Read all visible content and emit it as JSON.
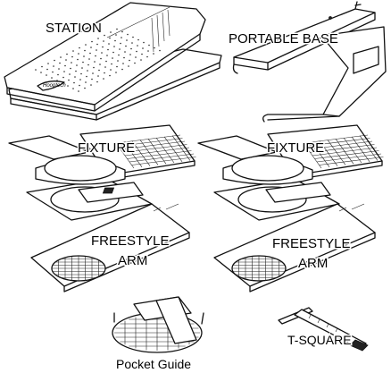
{
  "labels": {
    "station": "STATION",
    "portable_base": "PORTABLE BASE",
    "fixture_left": "FIXTURE",
    "fixture_right": "FIXTURE",
    "freestyle_left_1": "FREESTYLE",
    "freestyle_left_2": "ARM",
    "freestyle_right_1": "FREESTYLE",
    "freestyle_right_2": "ARM",
    "pocket_guide": "Pocket Guide",
    "t_square": "T-SQUARE"
  },
  "colors": {
    "line": "#111111",
    "background": "#ffffff",
    "text": "#000000"
  }
}
